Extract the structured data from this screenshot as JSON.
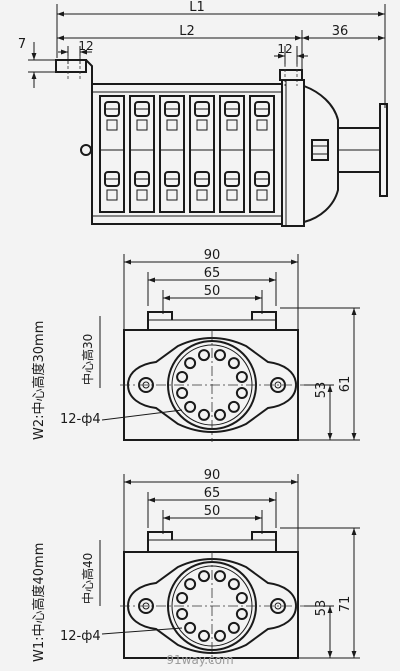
{
  "top_view": {
    "dim_L1": "L1",
    "dim_L2": "L2",
    "dim_36": "36",
    "dim_7": "7",
    "dim_12_left": "12",
    "dim_12_right": "12",
    "contact_decks": 6
  },
  "mid_view": {
    "side_label": "W2:中心高度30mm",
    "center_height": "中心高30",
    "dim_90": "90",
    "dim_65": "65",
    "dim_50": "50",
    "dim_53": "53",
    "dim_61": "61",
    "holes": "12-ф4"
  },
  "bottom_view": {
    "side_label": "W1:中心高度40mm",
    "center_height": "中心高40",
    "dim_90": "90",
    "dim_65": "65",
    "dim_50": "50",
    "dim_53": "53",
    "dim_71": "71",
    "holes": "12-ф4"
  },
  "watermark": "91way.com"
}
